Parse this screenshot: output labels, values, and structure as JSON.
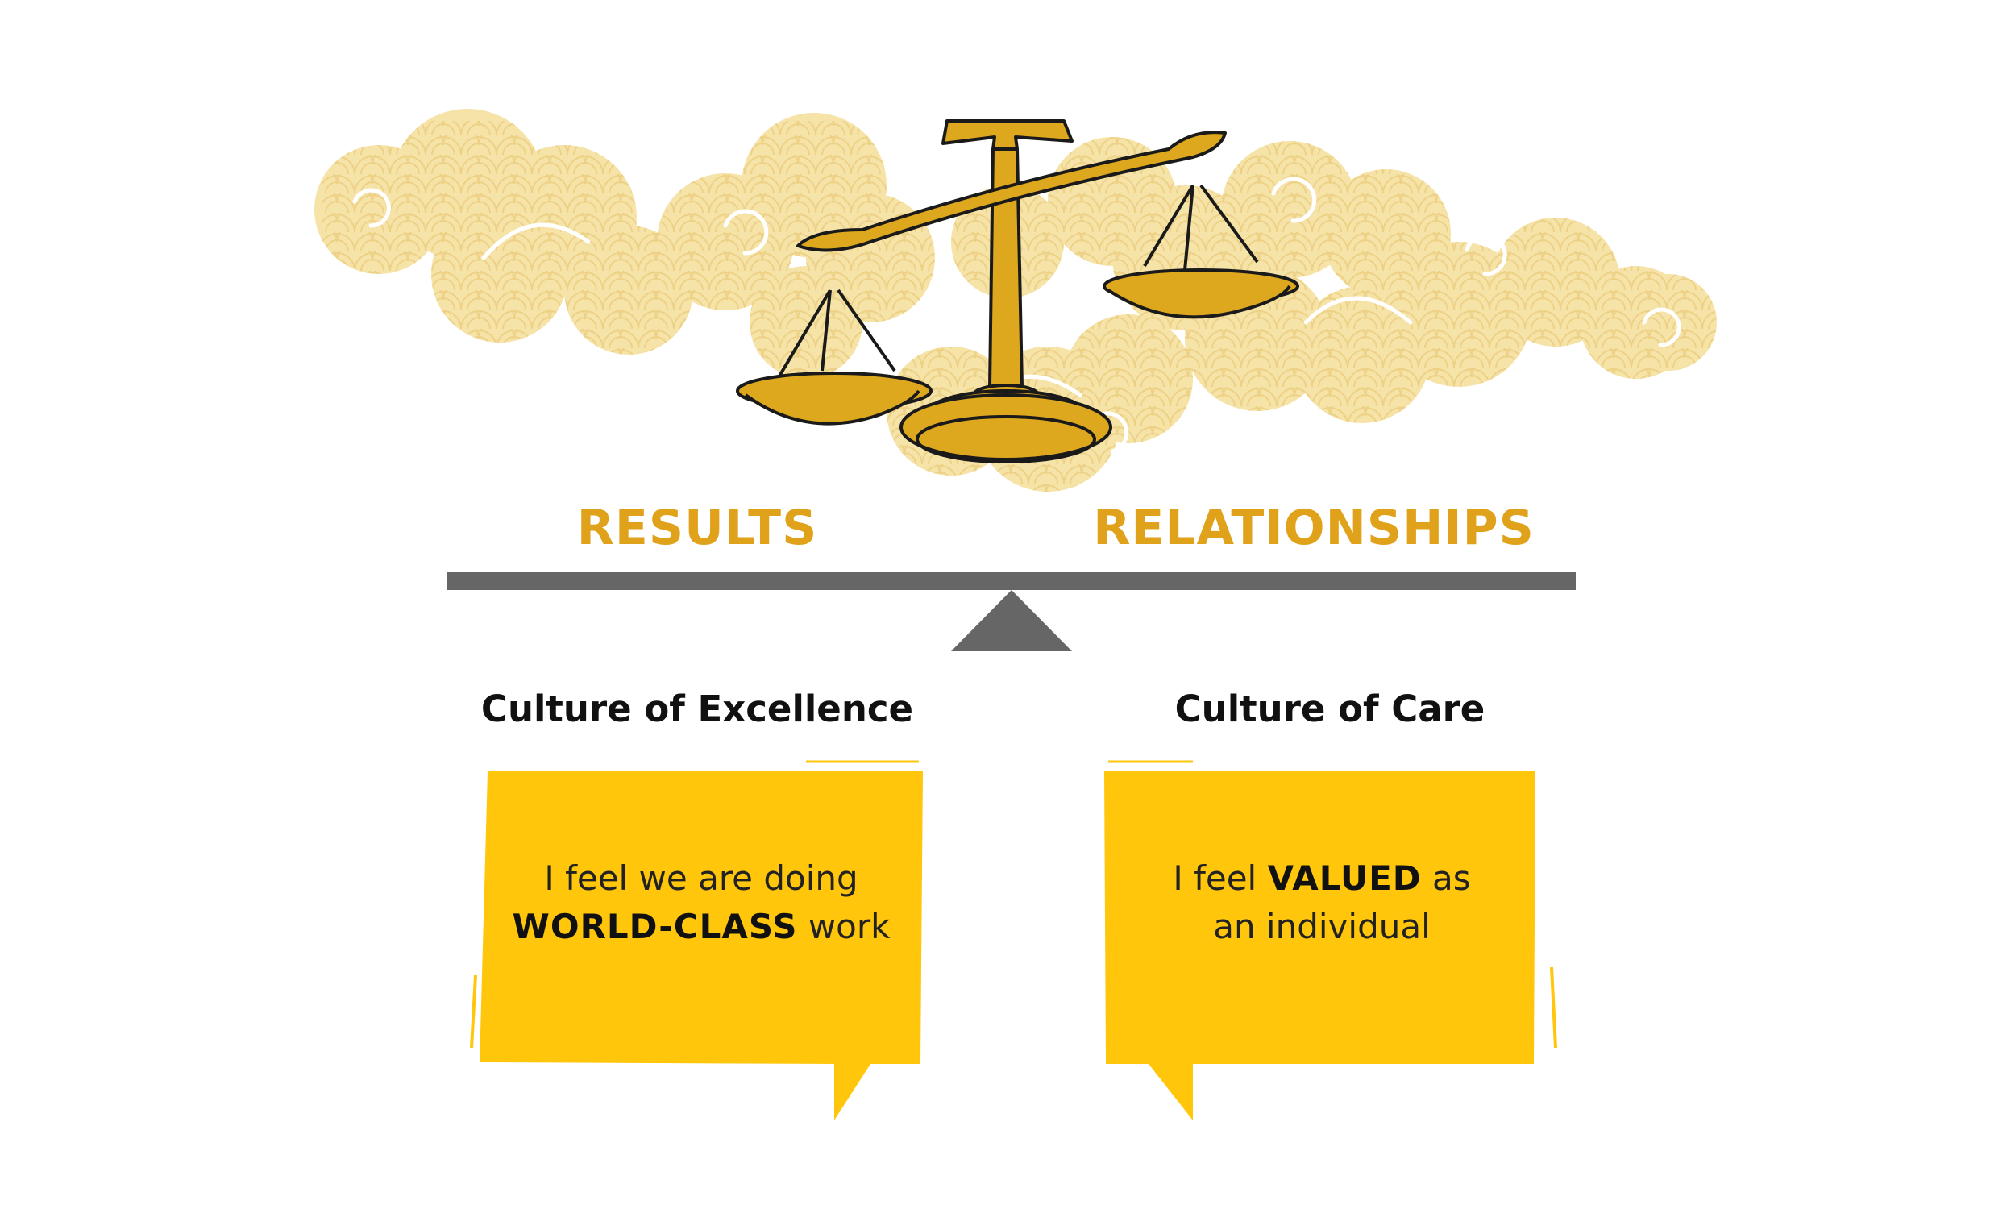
{
  "labels": {
    "left": "RESULTS",
    "right": "RELATIONSHIPS"
  },
  "cultures": {
    "left_title": "Culture of Excellence",
    "right_title": "Culture of Care"
  },
  "bubbles": {
    "left": {
      "line1": "I feel we are doing",
      "emphasis": "WORLD-CLASS",
      "rest": " work"
    },
    "right": {
      "pre": "I feel ",
      "emphasis": "VALUED",
      "post": " as",
      "line2": "an individual"
    }
  },
  "colors": {
    "accent_text": "#E0A21A",
    "scale_gold": "#DDA81E",
    "cloud": "#F6E3A8",
    "bubble": "#FFC60B",
    "beam": "#666666"
  },
  "icons": [
    "cloud-icon",
    "balance-scale-icon",
    "seesaw-fulcrum-icon",
    "speech-bubble-icon"
  ]
}
